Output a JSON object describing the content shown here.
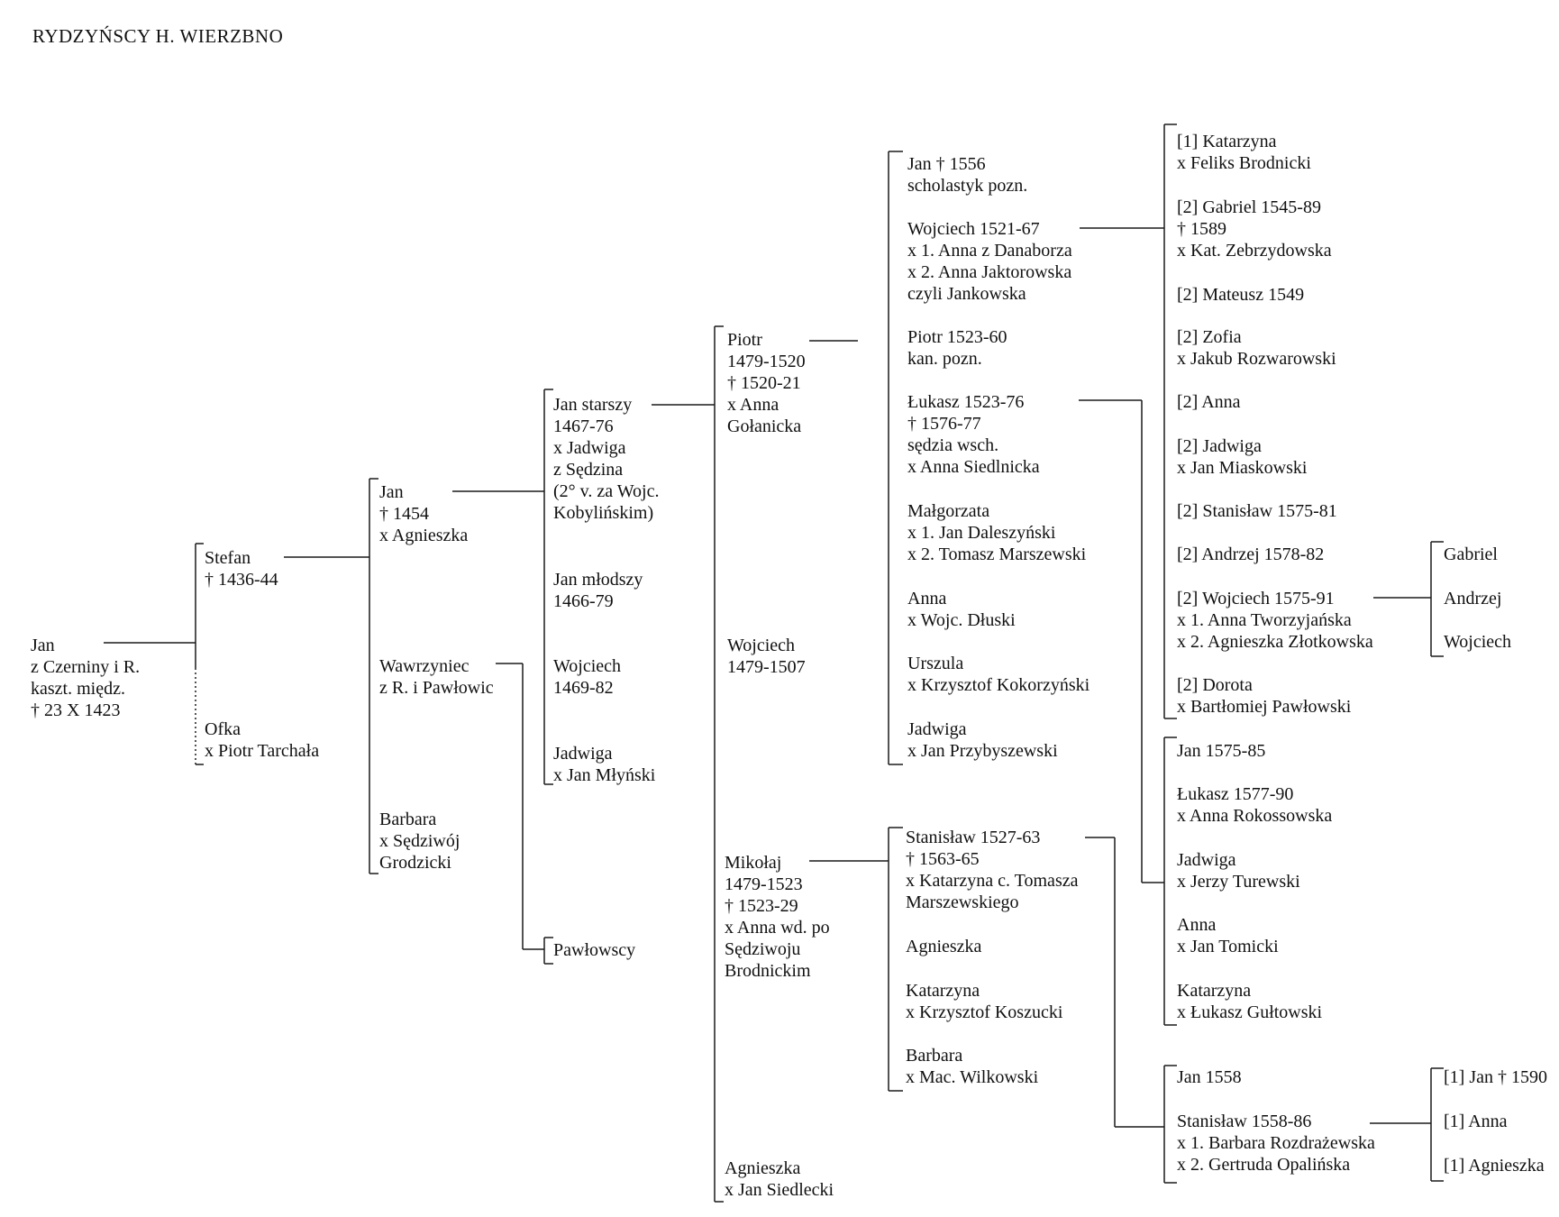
{
  "title": "RYDZYŃSCY H. WIERZBNO",
  "people": {
    "root": [
      "Jan",
      "z Czerniny i R.",
      "kaszt. międz.",
      "† 23 X 1423"
    ],
    "stefan": [
      "Stefan",
      "† 1436-44"
    ],
    "ofka": [
      "Ofka",
      "x Piotr Tarchała"
    ],
    "jan_1454": [
      "Jan",
      "† 1454",
      "x Agnieszka"
    ],
    "wawrzyniec": [
      "Wawrzyniec",
      "z R. i Pawłowic"
    ],
    "barbara": [
      "Barbara",
      "x Sędziwój",
      "Grodzicki"
    ],
    "jan_starszy": [
      "Jan starszy",
      "1467-76",
      "x Jadwiga",
      "z Sędzina",
      "(2° v. za Wojc.",
      "Kobylińskim)"
    ],
    "jan_mlodszy": [
      "Jan  młodszy",
      "1466-79"
    ],
    "wojciech_1469": [
      "Wojciech",
      "1469-82"
    ],
    "jadwiga_mlynski": [
      "Jadwiga",
      "x Jan Młyński"
    ],
    "pawlowscy": [
      "Pawłowscy"
    ],
    "piotr_1479": [
      "Piotr",
      "1479-1520",
      "† 1520-21",
      "x Anna",
      "Gołanicka"
    ],
    "wojciech_1479": [
      "Wojciech",
      "1479-1507"
    ],
    "mikolaj": [
      "Mikołaj",
      "1479-1523",
      "† 1523-29",
      "x Anna wd. po",
      "Sędziwoju",
      "Brodnickim"
    ],
    "agnieszka_siedlecki": [
      "Agnieszka",
      "x Jan Siedlecki"
    ],
    "jan_1556": [
      "Jan † 1556",
      "scholastyk pozn."
    ],
    "wojciech_1521": [
      "Wojciech 1521-67",
      "x 1. Anna z Danaborza",
      "x 2. Anna Jaktorowska",
      "czyli Jankowska"
    ],
    "piotr_1523": [
      "Piotr 1523-60",
      "kan. pozn."
    ],
    "lukasz_1523": [
      "Łukasz 1523-76",
      "† 1576-77",
      "sędzia wsch.",
      "x Anna Siedlnicka"
    ],
    "malgorzata": [
      "Małgorzata",
      "x 1. Jan Daleszyński",
      "x 2. Tomasz Marszewski"
    ],
    "anna_dluski": [
      "Anna",
      "x Wojc. Dłuski"
    ],
    "urszula": [
      "Urszula",
      "x Krzysztof Kokorzyński"
    ],
    "jadwiga_przybyszewski": [
      "Jadwiga",
      "x Jan Przybyszewski"
    ],
    "stanislaw_1527": [
      "Stanisław 1527-63",
      "† 1563-65",
      "x Katarzyna c. Tomasza",
      "Marszewskiego"
    ],
    "agnieszka_m": [
      "Agnieszka"
    ],
    "katarzyna_koszucki": [
      "Katarzyna",
      "x Krzysztof Koszucki"
    ],
    "barbara_wilkowski": [
      "Barbara",
      "x Mac. Wilkowski"
    ],
    "g_katarzyna": [
      "[1] Katarzyna",
      " x Feliks Brodnicki"
    ],
    "g_gabriel": [
      "[2] Gabriel 1545-89",
      "† 1589",
      "x Kat. Zebrzydowska"
    ],
    "g_mateusz": [
      "[2] Mateusz 1549"
    ],
    "g_zofia": [
      "[2] Zofia",
      " x Jakub Rozwarowski"
    ],
    "g_anna": [
      "[2] Anna"
    ],
    "g_jadwiga": [
      "[2] Jadwiga",
      "x Jan Miaskowski"
    ],
    "g_stanislaw": [
      "[2] Stanisław 1575-81"
    ],
    "g_andrzej": [
      "[2] Andrzej 1578-82"
    ],
    "g_wojciech": [
      "[2] Wojciech 1575-91",
      "x 1. Anna Tworzyjańska",
      "x 2. Agnieszka Złotkowska"
    ],
    "g_dorota": [
      "[2] Dorota",
      "x Bartłomiej Pawłowski"
    ],
    "l_jan": [
      "Jan 1575-85"
    ],
    "l_lukasz": [
      "Łukasz 1577-90",
      "x Anna Rokossowska"
    ],
    "l_jadwiga": [
      "Jadwiga",
      "x Jerzy Turewski"
    ],
    "l_anna": [
      "Anna",
      "x Jan Tomicki"
    ],
    "l_katarzyna": [
      "Katarzyna",
      "x Łukasz Gułtowski"
    ],
    "s_jan": [
      "Jan 1558"
    ],
    "s_stanislaw": [
      "Stanisław 1558-86",
      "x 1. Barbara Rozdrażewska",
      "x 2. Gertruda Opalińska"
    ],
    "w_gabriel": [
      "Gabriel"
    ],
    "w_andrzej": [
      "Andrzej"
    ],
    "w_wojciech": [
      "Wojciech"
    ],
    "st_jan": [
      "[1] Jan † 1590"
    ],
    "st_anna": [
      "[1] Anna"
    ],
    "st_agnieszka": [
      "[1] Agnieszka"
    ]
  }
}
